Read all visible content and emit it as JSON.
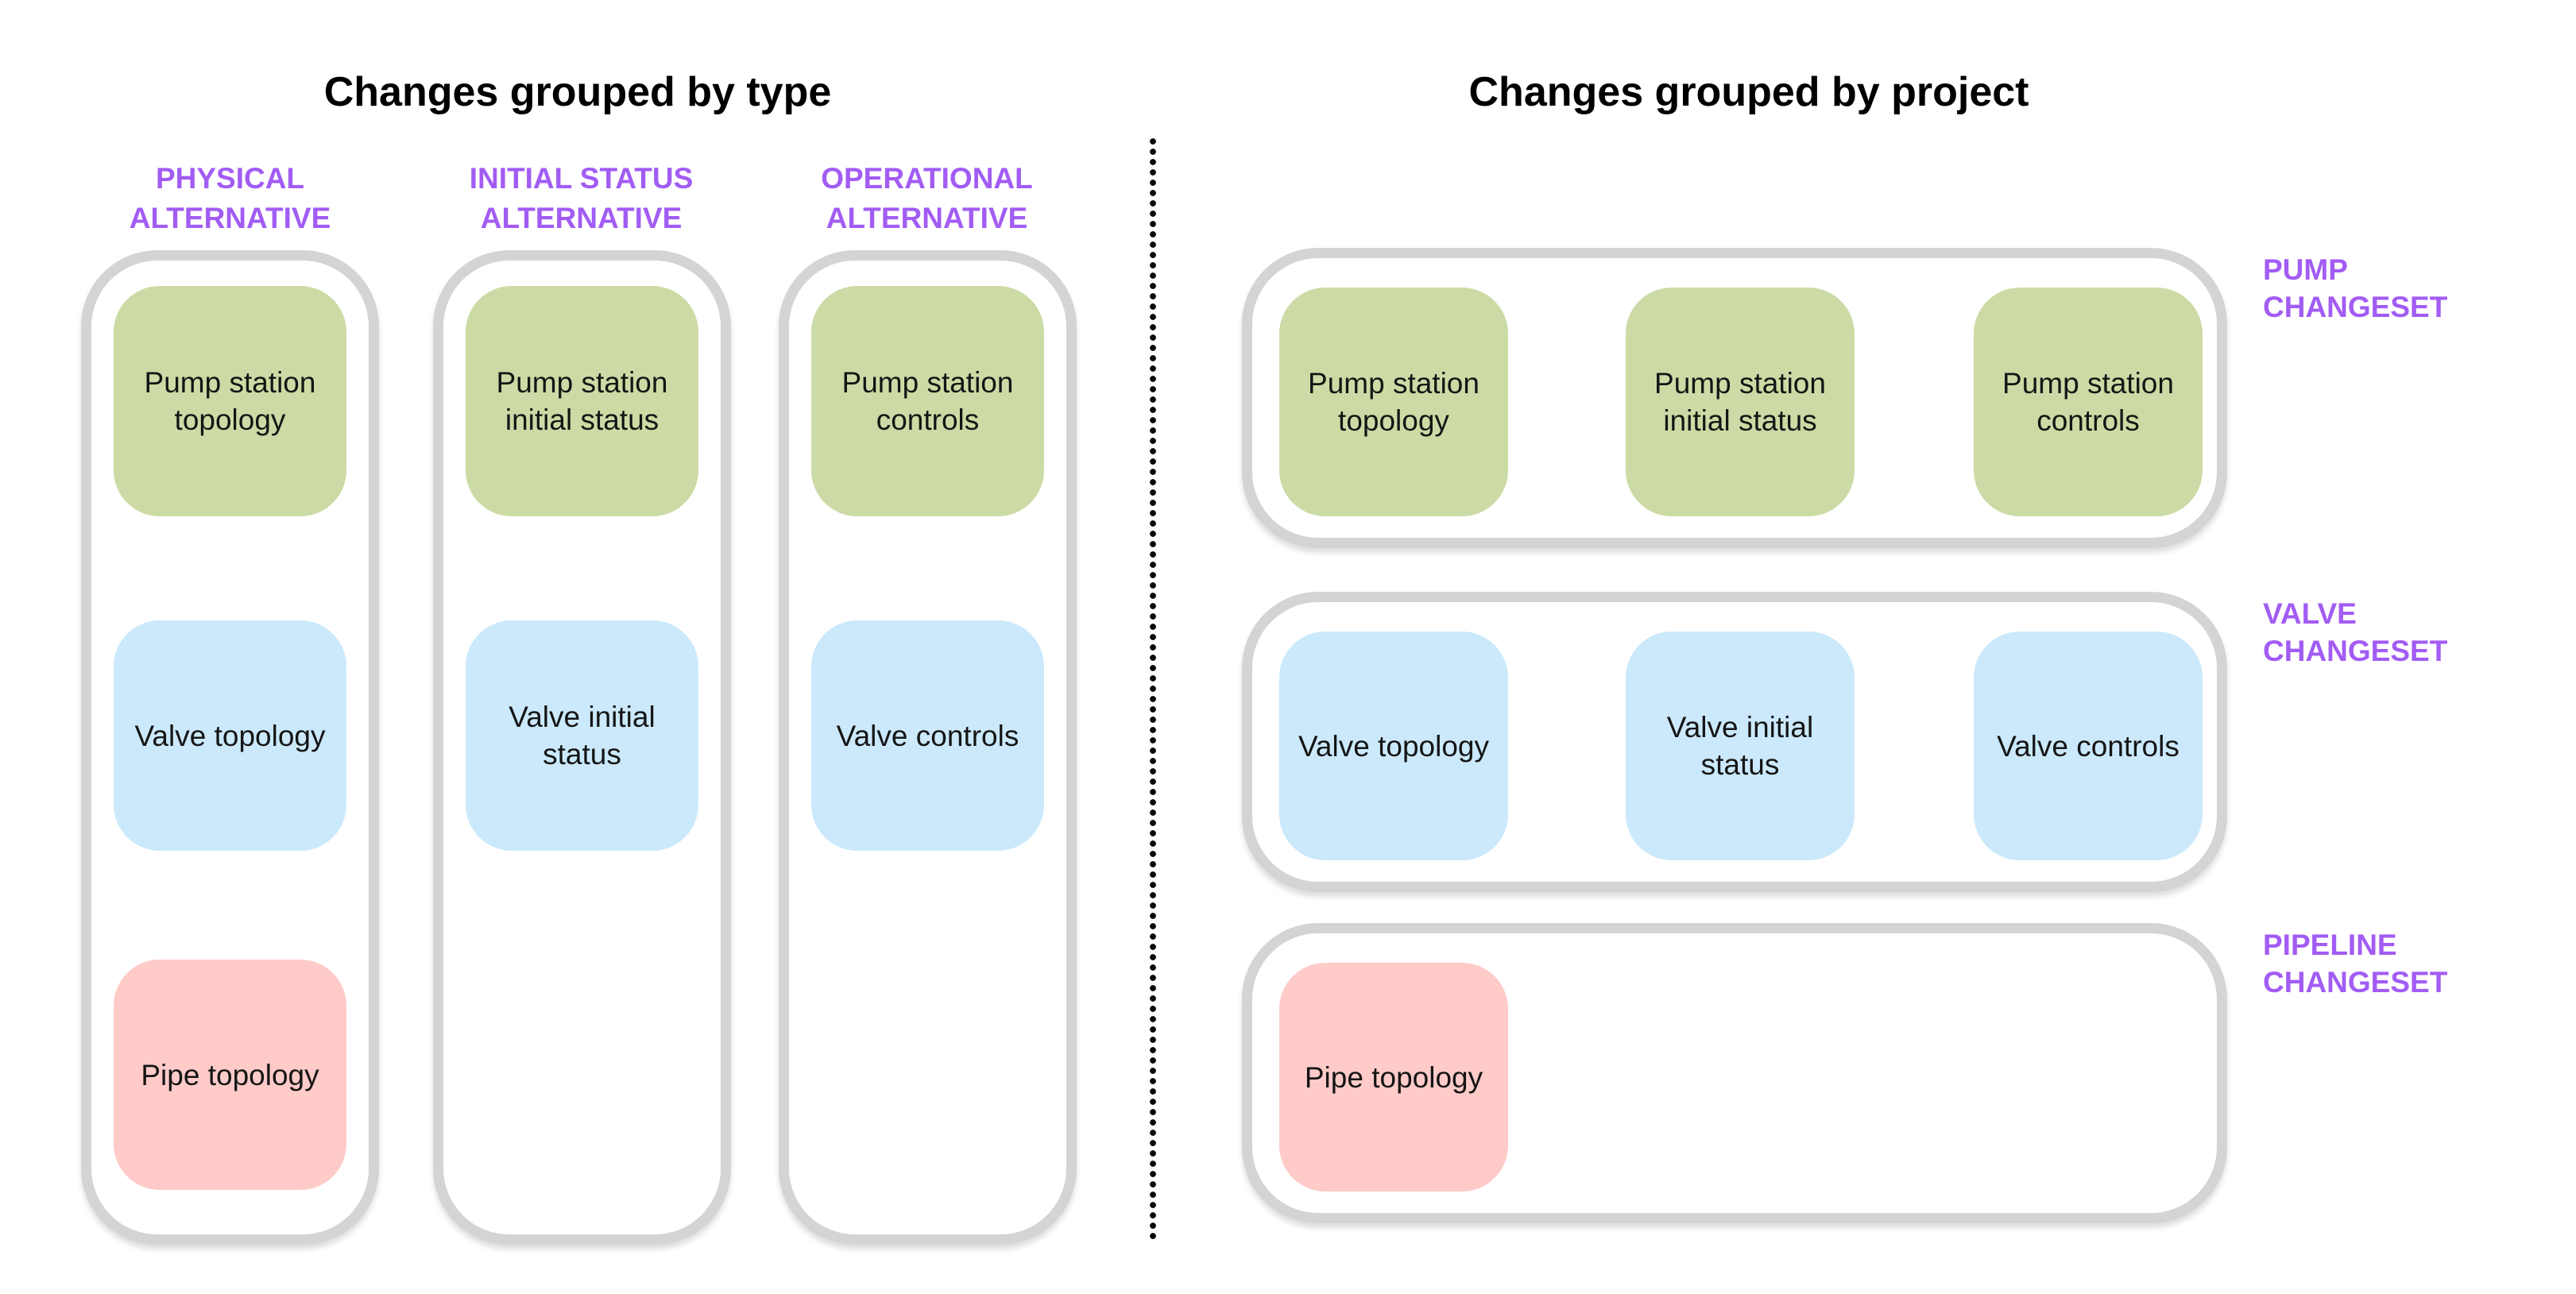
{
  "colors": {
    "green": "#ccdba5",
    "blue": "#cbe9fb",
    "pink": "#fecbc9",
    "purple": "#a25cf3",
    "container_border": "#d4d4d4",
    "divider_dots": "#0a0a0a",
    "title_text": "#000000",
    "box_text": "#151515"
  },
  "left": {
    "title": "Changes grouped by type",
    "columns": [
      {
        "header": [
          "PHYSICAL",
          "ALTERNATIVE"
        ],
        "boxes": [
          {
            "label": "Pump station topology",
            "color": "green"
          },
          {
            "label": "Valve topology",
            "color": "blue"
          },
          {
            "label": "Pipe topology",
            "color": "pink"
          }
        ]
      },
      {
        "header": [
          "INITIAL STATUS",
          "ALTERNATIVE"
        ],
        "boxes": [
          {
            "label": "Pump station initial status",
            "color": "green"
          },
          {
            "label": "Valve initial status",
            "color": "blue"
          }
        ]
      },
      {
        "header": [
          "OPERATIONAL",
          "ALTERNATIVE"
        ],
        "boxes": [
          {
            "label": "Pump station controls",
            "color": "green"
          },
          {
            "label": "Valve controls",
            "color": "blue"
          }
        ]
      }
    ]
  },
  "right": {
    "title": "Changes grouped by project",
    "rows": [
      {
        "label": [
          "PUMP",
          "CHANGESET"
        ],
        "color": "green",
        "boxes": [
          {
            "label": "Pump station topology"
          },
          {
            "label": "Pump station initial status"
          },
          {
            "label": "Pump station controls"
          }
        ]
      },
      {
        "label": [
          "VALVE",
          "CHANGESET"
        ],
        "color": "blue",
        "boxes": [
          {
            "label": "Valve topology"
          },
          {
            "label": "Valve initial status"
          },
          {
            "label": "Valve controls"
          }
        ]
      },
      {
        "label": [
          "PIPELINE",
          "CHANGESET"
        ],
        "color": "pink",
        "boxes": [
          {
            "label": "Pipe topology"
          }
        ]
      }
    ]
  }
}
